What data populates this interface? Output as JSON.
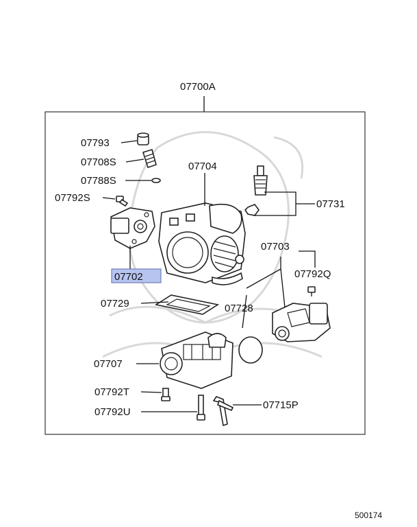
{
  "diagram": {
    "assembly_label": "07700A",
    "highlighted_label": "07702",
    "highlight_color": "#b8c4f0",
    "diagram_number": "500174",
    "callouts": [
      {
        "id": "07793",
        "text": "07793"
      },
      {
        "id": "07708S",
        "text": "07708S"
      },
      {
        "id": "07788S",
        "text": "07788S"
      },
      {
        "id": "07792S",
        "text": "07792S"
      },
      {
        "id": "07704",
        "text": "07704"
      },
      {
        "id": "07731",
        "text": "07731"
      },
      {
        "id": "07703",
        "text": "07703"
      },
      {
        "id": "07792Q",
        "text": "07792Q"
      },
      {
        "id": "07729",
        "text": "07729"
      },
      {
        "id": "07728",
        "text": "07728"
      },
      {
        "id": "07707",
        "text": "07707"
      },
      {
        "id": "07792T",
        "text": "07792T"
      },
      {
        "id": "07792U",
        "text": "07792U"
      },
      {
        "id": "07715P",
        "text": "07715P"
      }
    ]
  }
}
